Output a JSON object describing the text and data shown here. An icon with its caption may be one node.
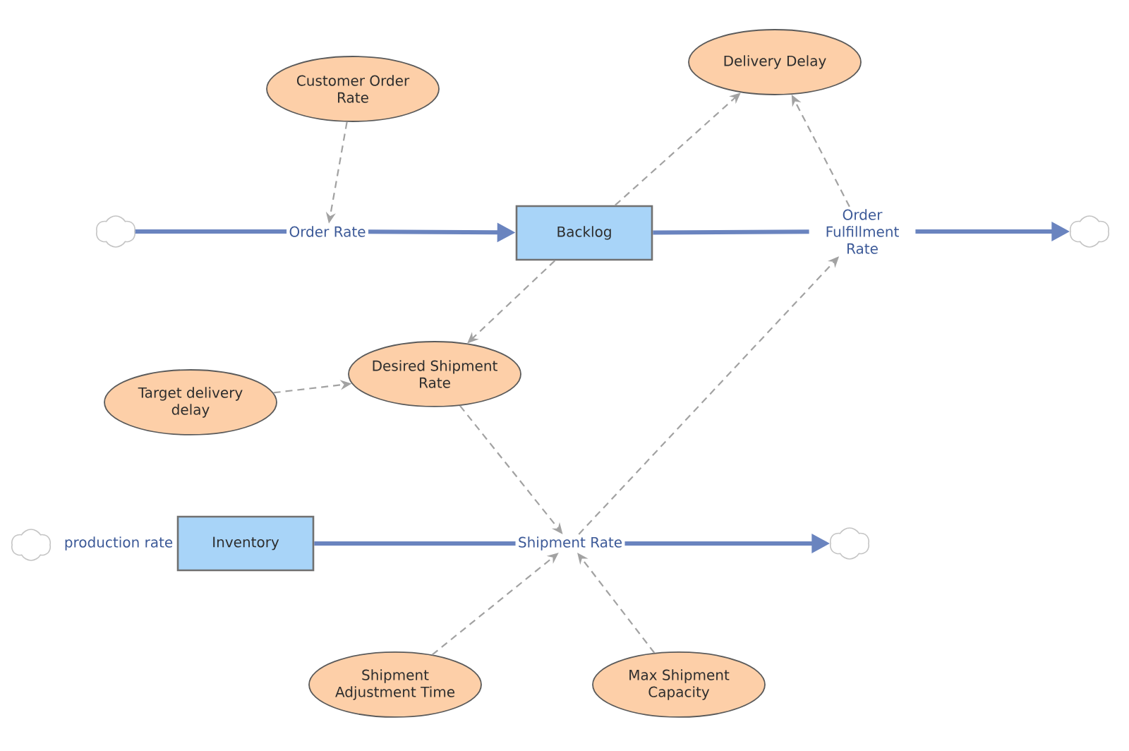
{
  "diagram": {
    "nodes": [
      {
        "text": [
          "Customer Order Rate"
        ]
      },
      {
        "text": [
          "Delivery Delay"
        ]
      },
      {
        "text": [],
        "shape": "cloud"
      },
      {
        "text": [
          "Order Rate"
        ]
      },
      {
        "text": [
          "Backlog"
        ]
      },
      {
        "text": [
          "Order Fulfillment Rate"
        ]
      },
      {
        "text": [],
        "shape": "cloud"
      },
      {
        "text": [
          "Target delivery delay"
        ]
      },
      {
        "text": [
          "Desired Shipment Rate"
        ]
      },
      {
        "text": [],
        "shape": "cloud"
      },
      {
        "text": [
          "production rate"
        ]
      },
      {
        "text": [
          "Inventory"
        ]
      },
      {
        "text": [
          "Shipment Rate"
        ]
      },
      {
        "text": [],
        "shape": "cloud"
      },
      {
        "text": [
          "Shipment Adjustment Time"
        ]
      },
      {
        "text": [
          "Max Shipment Capacity"
        ]
      }
    ],
    "edges": [
      {
        "from": 2,
        "to": 3,
        "arrow": "none",
        "style": "thick",
        "color": "#6a84bf"
      },
      {
        "from": 3,
        "to": 4,
        "arrow": "to",
        "style": "thick",
        "color": "#6a84bf"
      },
      {
        "from": 4,
        "to": 5,
        "arrow": "none",
        "style": "thick",
        "color": "#6a84bf"
      },
      {
        "from": 5,
        "to": 6,
        "arrow": "to",
        "style": "thick",
        "color": "#6a84bf"
      },
      {
        "from": 11,
        "to": 12,
        "arrow": "none",
        "style": "thick",
        "color": "#6a84bf"
      },
      {
        "from": 12,
        "to": 13,
        "arrow": "to",
        "style": "thick",
        "color": "#6a84bf"
      },
      {
        "from": 0,
        "to": 3,
        "arrow": "to",
        "style": "dashed"
      },
      {
        "from": 4,
        "to": 1,
        "arrow": "to",
        "style": "dashed"
      },
      {
        "from": 5,
        "to": 1,
        "arrow": "to",
        "style": "dashed"
      },
      {
        "from": 4,
        "to": 8,
        "arrow": "to",
        "style": "dashed"
      },
      {
        "from": 7,
        "to": 8,
        "arrow": "to",
        "style": "dashed"
      },
      {
        "from": 8,
        "to": 12,
        "arrow": "to",
        "style": "dashed"
      },
      {
        "from": 14,
        "to": 12,
        "arrow": "to",
        "style": "dashed"
      },
      {
        "from": 15,
        "to": 12,
        "arrow": "to",
        "style": "dashed"
      },
      {
        "from": 12,
        "to": 5,
        "arrow": "to",
        "style": "dashed"
      }
    ]
  }
}
